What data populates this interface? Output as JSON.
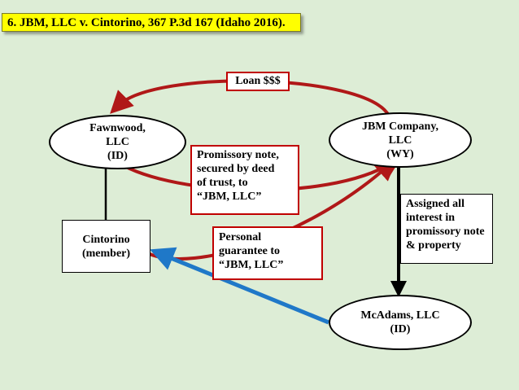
{
  "title": "6. JBM, LLC v. Cintorino, 367 P.3d 167 (Idaho 2016).",
  "nodes": {
    "fawnwood": {
      "lines": [
        "Fawnwood,",
        "LLC",
        "(ID)"
      ]
    },
    "jbm_company": {
      "lines": [
        "JBM Company,",
        "LLC",
        "(WY)"
      ]
    },
    "cintorino": {
      "lines": [
        "Cintorino",
        "(member)"
      ]
    },
    "mcadams": {
      "lines": [
        "McAdams, LLC",
        "(ID)"
      ]
    }
  },
  "labels": {
    "loan": "Loan $$$",
    "promissory_note": [
      "Promissory note,",
      "secured by deed",
      "of trust, to",
      "“JBM, LLC”"
    ],
    "personal_guarantee": [
      "Personal",
      "guarantee to",
      "“JBM, LLC”"
    ],
    "assigned": [
      "Assigned all",
      "interest in",
      "promissory note",
      "& property"
    ]
  },
  "colors": {
    "background": "#ddedd6",
    "title_background": "#ffff00",
    "red_arrow": "#b01818",
    "red_border": "#c00000",
    "blue_arrow": "#1f78c8",
    "black": "#000000"
  }
}
